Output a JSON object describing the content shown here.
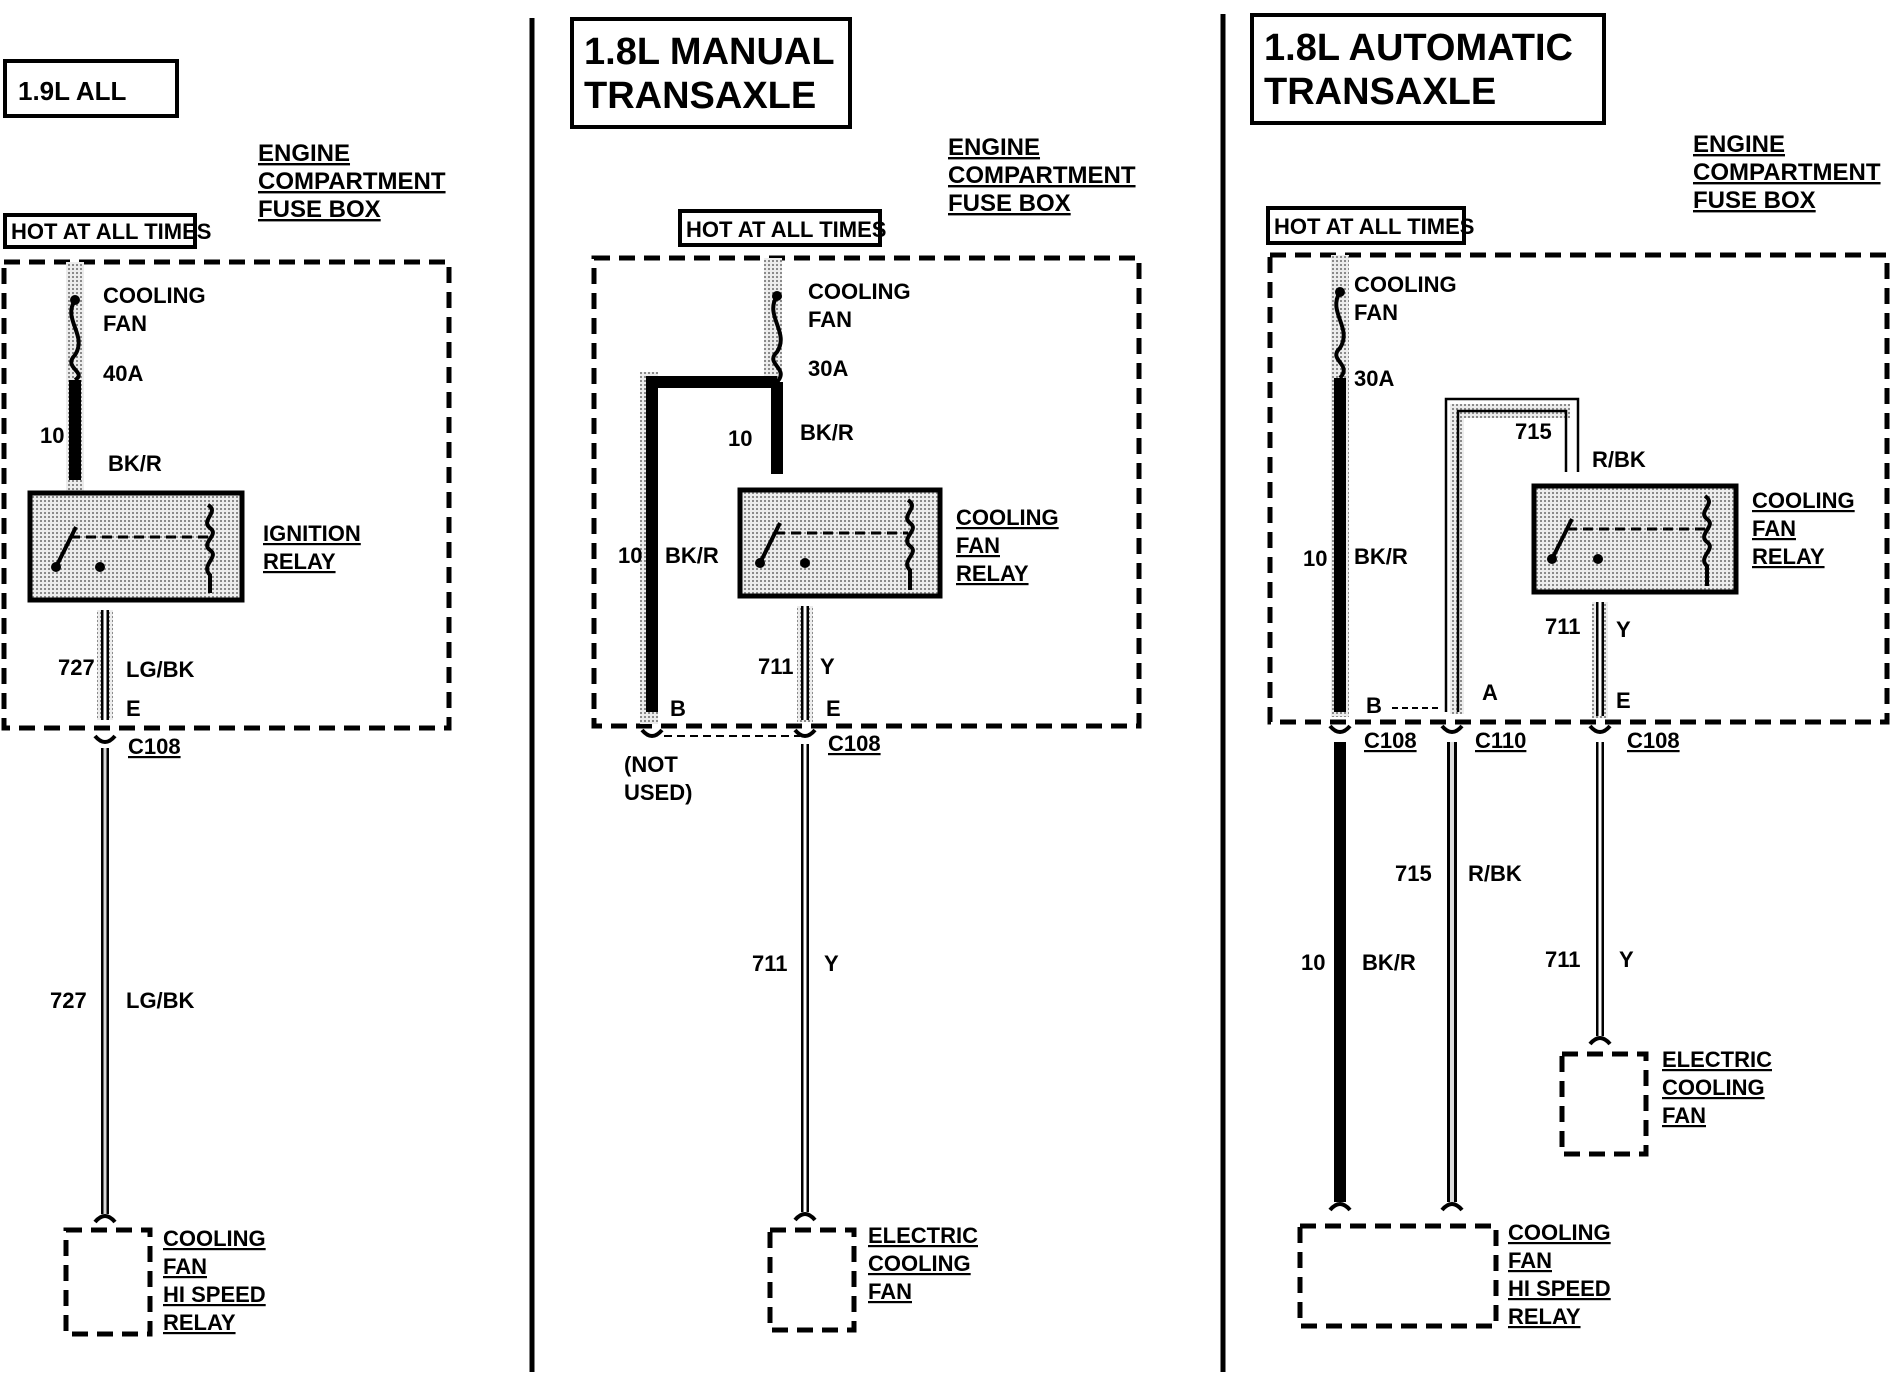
{
  "panels": [
    {
      "title_lines": [
        "1.9L ALL"
      ],
      "fuse_box_label": [
        "ENGINE",
        "COMPARTMENT",
        "FUSE BOX"
      ],
      "hot_label": "HOT AT ALL TIMES",
      "fuse_name": [
        "COOLING",
        "FAN"
      ],
      "fuse_rating": "40A",
      "feed_circuit": "10",
      "feed_color": "BK/R",
      "relay_label": [
        "IGNITION",
        "RELAY"
      ],
      "out_circuit": "727",
      "out_color": "LG/BK",
      "pin": "E",
      "connector": "C108",
      "run_circuit": "727",
      "run_color": "LG/BK",
      "load_label": [
        "COOLING",
        "FAN",
        "HI SPEED",
        "RELAY"
      ]
    },
    {
      "title_lines": [
        "1.8L MANUAL",
        "TRANSAXLE"
      ],
      "fuse_box_label": [
        "ENGINE",
        "COMPARTMENT",
        "FUSE BOX"
      ],
      "hot_label": "HOT AT ALL TIMES",
      "fuse_name": [
        "COOLING",
        "FAN"
      ],
      "fuse_rating": "30A",
      "feed_circuit": "10",
      "feed_color": "BK/R",
      "branch_circuit": "10",
      "branch_color": "BK/R",
      "branch_pin": "B",
      "not_used": [
        "(NOT",
        "USED)"
      ],
      "relay_label": [
        "COOLING",
        "FAN",
        "RELAY"
      ],
      "out_circuit": "711",
      "out_color": "Y",
      "pin": "E",
      "connector": "C108",
      "run_circuit": "711",
      "run_color": "Y",
      "load_label": [
        "ELECTRIC",
        "COOLING",
        "FAN"
      ]
    },
    {
      "title_lines": [
        "1.8L AUTOMATIC",
        "TRANSAXLE"
      ],
      "fuse_box_label": [
        "ENGINE",
        "COMPARTMENT",
        "FUSE BOX"
      ],
      "hot_label": "HOT AT ALL TIMES",
      "fuse_name": [
        "COOLING",
        "FAN"
      ],
      "fuse_rating": "30A",
      "feed_circuit": "10",
      "feed_color": "BK/R",
      "pin_b": "B",
      "pin_a": "A",
      "coil_circuit": "715",
      "coil_color": "R/BK",
      "relay_label": [
        "COOLING",
        "FAN",
        "RELAY"
      ],
      "out_circuit": "711",
      "out_color": "Y",
      "pin_e": "E",
      "connector_1": "C108",
      "connector_2": "C110",
      "connector_3": "C108",
      "run1_circuit": "10",
      "run1_color": "BK/R",
      "run2_circuit": "715",
      "run2_color": "R/BK",
      "run3_circuit": "711",
      "run3_color": "Y",
      "load1_label": [
        "ELECTRIC",
        "COOLING",
        "FAN"
      ],
      "load2_label": [
        "COOLING",
        "FAN",
        "HI SPEED",
        "RELAY"
      ]
    }
  ]
}
